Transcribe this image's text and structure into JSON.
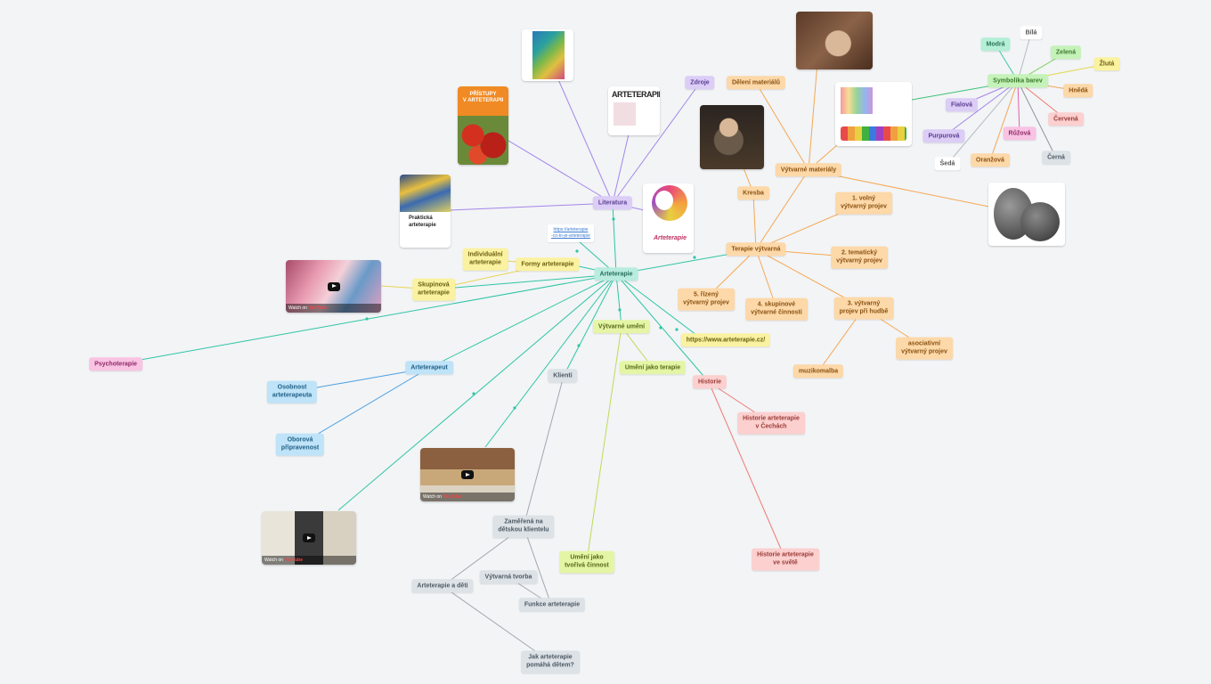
{
  "center": "Arteterapie",
  "link_card": [
    "https://arteterapie",
    "-co-to-je-arteterapie"
  ],
  "literatura": {
    "label": "Literatura",
    "zdroje": "Zdroje"
  },
  "books": {
    "pristupy": [
      "PŘÍSTUPY",
      "V ARTETERAPII"
    ],
    "prakticka": [
      "Praktická",
      "arteterapie"
    ],
    "arteterapie_logo": "ARTETERAPIE",
    "arteterapie_book": "Arteterapie"
  },
  "formy": {
    "label": "Formy arteterapie",
    "individualni": [
      "Individuální",
      "arteterapie"
    ],
    "skupinova": [
      "Skupinová",
      "arteterapie"
    ]
  },
  "psychoterapie": "Psychoterapie",
  "arteterapeut": {
    "label": "Arteterapeut",
    "osobnost": [
      "Osobnost",
      "arteterapeuta"
    ],
    "oborova": [
      "Oborová",
      "připravenost"
    ]
  },
  "klienti": {
    "label": "Klienti",
    "zamerena": [
      "Zaměřená na",
      "dětskou klientelu"
    ],
    "deti": "Arteterapie a děti",
    "tvorba": "Výtvarná tvorba",
    "funkce": "Funkce arteterapie",
    "jak": [
      "Jak arteterapie",
      "pomáhá dětem?"
    ]
  },
  "vytvarne_umeni": {
    "label": "Výtvarné umění",
    "umeni_jako_terapie": "Umění jako terapie",
    "umeni_jako_cinnost": [
      "Umění jako",
      "tvořivá činnost"
    ]
  },
  "web": "https://www.arteterapie.cz/",
  "historie": {
    "label": "Historie",
    "cechy": [
      "Historie arteterapie",
      "v Čechách"
    ],
    "svet": [
      "Historie arteterapie",
      "ve světě"
    ]
  },
  "terapie": {
    "label": "Terapie výtvarná",
    "volny": [
      "1. volný",
      "výtvarný projev"
    ],
    "tematicky": [
      "2. tematický",
      "výtvarný projev"
    ],
    "hudba": [
      "3. výtvarný",
      "projev při hudbě"
    ],
    "skupinove": [
      "4. skupinové",
      "výtvarné činnosti"
    ],
    "rizeny": [
      "5. řízený",
      "výtvarný projev"
    ],
    "asociativni": [
      "asociativní",
      "výtvarný projev"
    ],
    "muzikomalba": "muzikomalba"
  },
  "materialy": {
    "label": "Výtvarné materiály",
    "deleni": "Dělení materiálů",
    "kresba": "Kresba"
  },
  "symbolika": {
    "label": "Symbolika barev",
    "colors": {
      "modra": "Modrá",
      "bila": "Bílá",
      "zelena": "Zelená",
      "zluta": "Žlutá",
      "hneda": "Hnědá",
      "cervena": "Červená",
      "cerna": "Černá",
      "ruzova": "Růžová",
      "oranzova": "Oranžová",
      "seda": "Šedá",
      "purpurova": "Purpurová",
      "fialova": "Fialová"
    }
  },
  "youtube": {
    "watch_on": "Watch on",
    "brand": "YouTube"
  },
  "colors": {
    "teal": "#1bbc9b",
    "purple": "#9b7be0",
    "orange": "#f4a347",
    "yellow": "#e6d03c",
    "lime": "#b6d94a",
    "blue": "#3c9be0",
    "pink": "#e45fae",
    "salmon": "#f0706a",
    "grey": "#9aa3ab"
  }
}
